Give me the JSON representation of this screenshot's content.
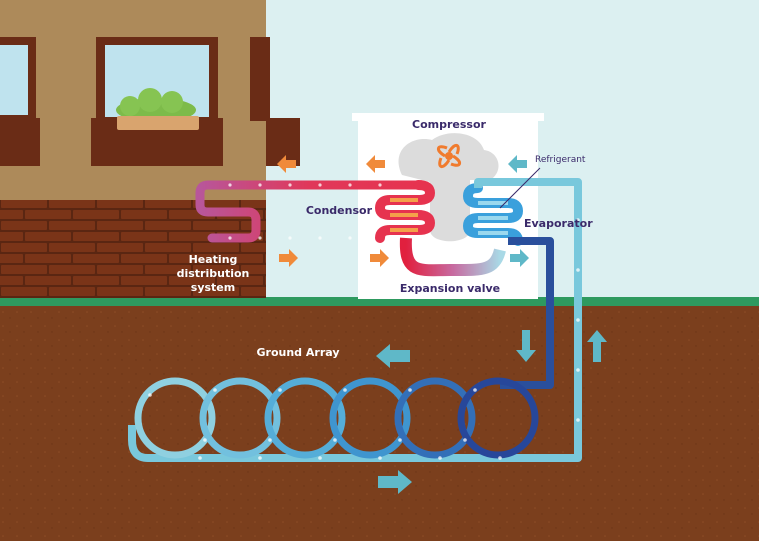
{
  "labels": {
    "compressor": "Compressor",
    "refrigerant": "Refrigerant",
    "condensor": "Condensor",
    "evaporator": "Evaporator",
    "expansion_valve": "Expansion valve",
    "heating_line1": "Heating",
    "heating_line2": "distribution",
    "heating_line3": "system",
    "ground_array": "Ground Array"
  },
  "colors": {
    "sky": "#dff1f2",
    "soil": "#7a3d1c",
    "grass": "#2e9a5f",
    "house_wall": "#ad8a5a",
    "brick": "#6b2e16",
    "window_frame": "#6a2c16",
    "hot_pipe": "#e0385a",
    "warm_pipe": "#f08c3a",
    "cool_pipe": "#6fc3d6",
    "cold_pipe": "#2a4f9c",
    "arrow_warm": "#f08a3a",
    "arrow_cool": "#5fb8c8",
    "heat_pump_box": "#ffffff",
    "label_dark": "#3a2a6a",
    "label_white": "#ffffff"
  }
}
